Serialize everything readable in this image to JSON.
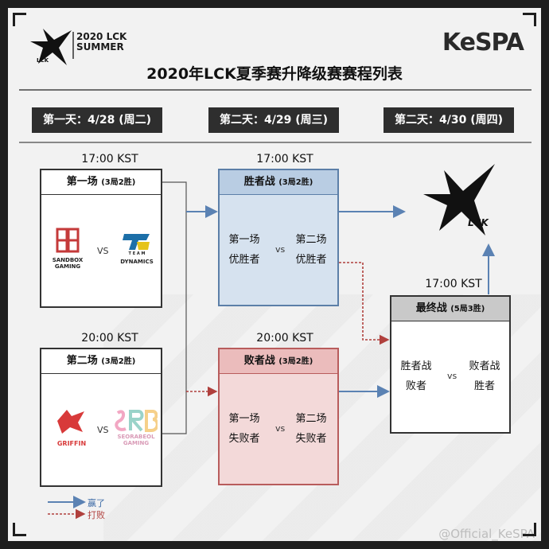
{
  "brand": {
    "event_line1": "2020 LCK",
    "event_line2": "SUMMER",
    "lck_mark": "LCK",
    "kespa": "KeSPA"
  },
  "title": "2020年LCK夏季赛升降级赛赛程列表",
  "days": [
    {
      "label": "第一天：4/28 (周二)"
    },
    {
      "label": "第二天：4/29 (周三)"
    },
    {
      "label": "第二天：4/30 (周四)"
    }
  ],
  "times": {
    "t1": "17:00 KST",
    "t2": "20:00 KST",
    "t3": "17:00 KST",
    "t4": "20:00 KST",
    "t5": "17:00 KST"
  },
  "match1": {
    "title": "第一场",
    "format": "(3局2胜)",
    "team_a": "SANDBOX GAMING",
    "team_a_l1": "SANDBOX",
    "team_a_l2": "GAMING",
    "team_b": "TEAM DYNAMICS",
    "team_b_top": "T E A M",
    "team_b_l2": "DYNAMICS",
    "vs": "VS"
  },
  "match2": {
    "title": "第二场",
    "format": "(3局2胜)",
    "team_a": "GRIFFIN",
    "team_b_l1": "SEORABEOL",
    "team_b_l2": "GAMING",
    "vs": "VS"
  },
  "winners": {
    "title": "胜者战",
    "format": "(3局2胜)",
    "left_l1": "第一场",
    "left_l2": "优胜者",
    "right_l1": "第二场",
    "right_l2": "优胜者",
    "vs": "vs"
  },
  "losers": {
    "title": "败者战",
    "format": "(3局2胜)",
    "left_l1": "第一场",
    "left_l2": "失败者",
    "right_l1": "第二场",
    "right_l2": "失败者",
    "vs": "vs"
  },
  "final": {
    "title": "最终战",
    "format": "(5局3胜)",
    "left_l1": "胜者战",
    "left_l2": "败者",
    "right_l1": "败者战",
    "right_l2": "胜者",
    "vs": "vs"
  },
  "legend": {
    "win": "赢了",
    "lose": "打败"
  },
  "watermark": "@Official_KeSPA",
  "colors": {
    "win_arrow": "#5b82b3",
    "lose_arrow": "#b0403d",
    "day_bg": "#2e2e2e"
  }
}
